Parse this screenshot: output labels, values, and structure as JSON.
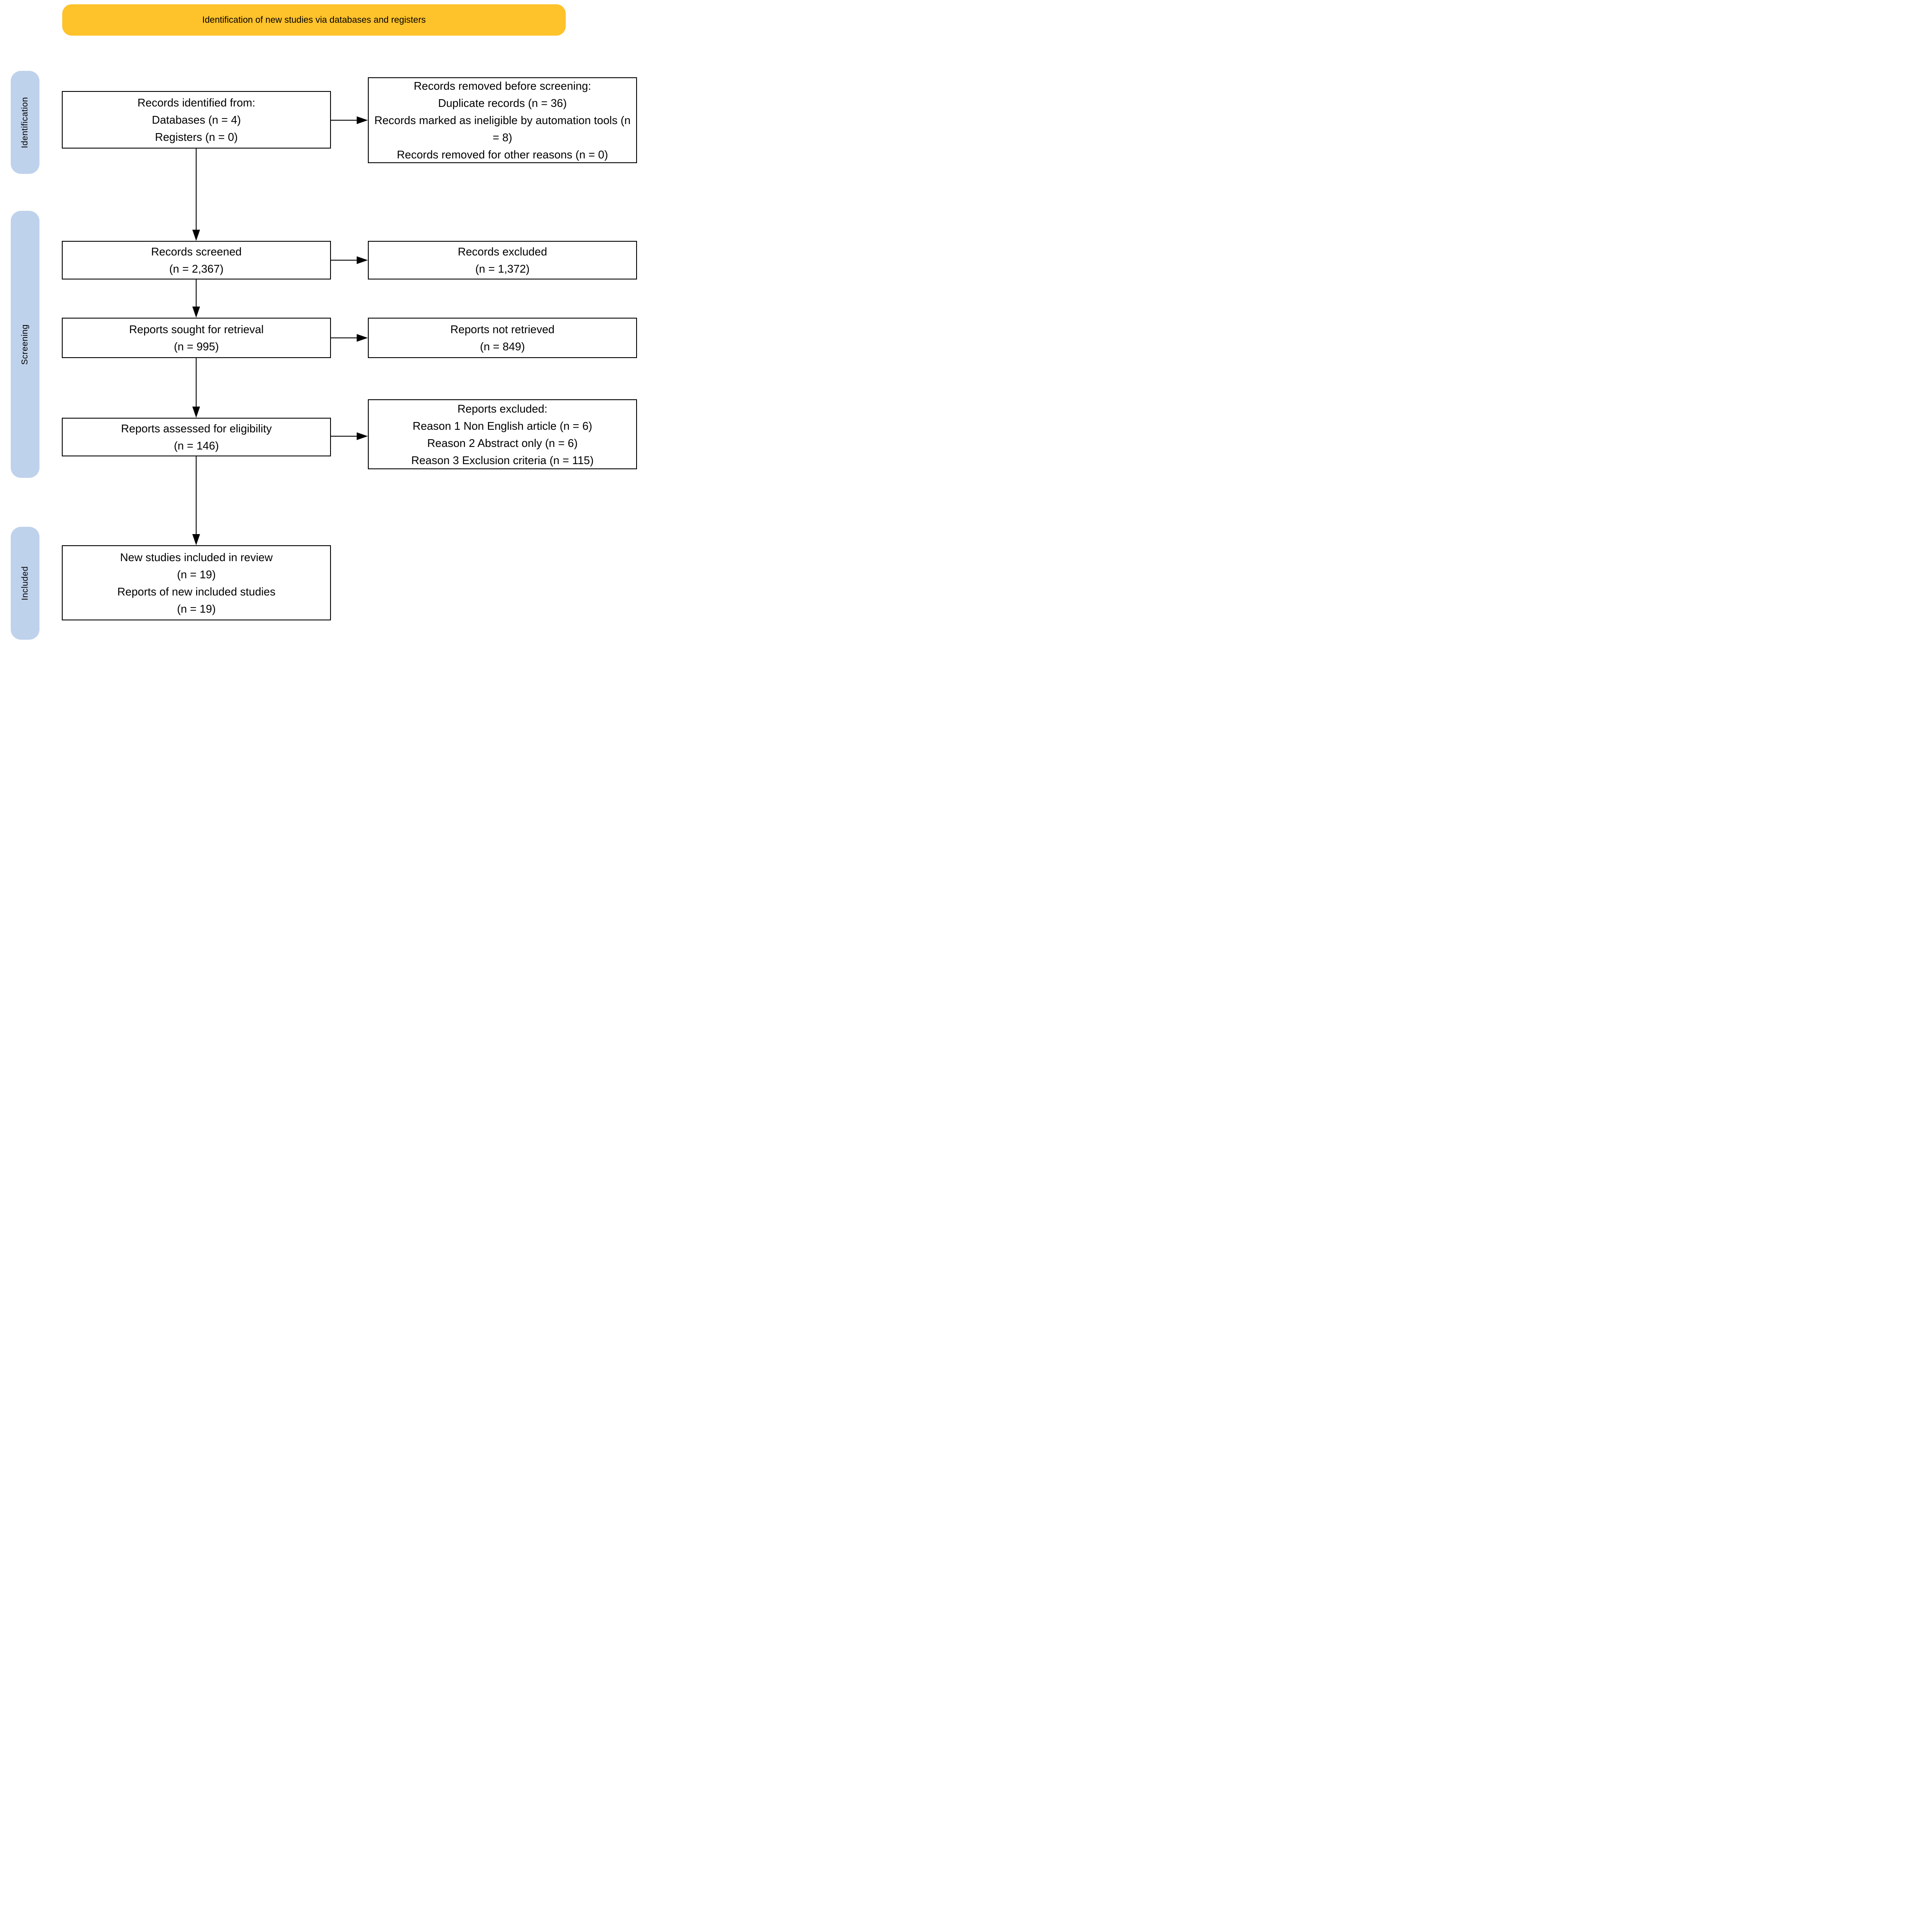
{
  "banner": {
    "title": "Identification of new studies via databases and registers",
    "bg_color": "#FEC22B"
  },
  "sidebar": {
    "bg_color": "#BFD2EC",
    "stages": [
      {
        "label": "Identification"
      },
      {
        "label": "Screening"
      },
      {
        "label": "Included"
      }
    ]
  },
  "flow": {
    "left_boxes": [
      {
        "id": "records-identified",
        "text": "Records identified from:\nDatabases (n = 4)\nRegisters (n = 0)"
      },
      {
        "id": "records-screened",
        "text": "Records screened\n(n = 2,367)"
      },
      {
        "id": "reports-sought",
        "text": "Reports sought for retrieval\n(n = 995)"
      },
      {
        "id": "reports-assessed",
        "text": "Reports assessed for eligibility\n(n = 146)"
      },
      {
        "id": "studies-included",
        "text": "New studies included in review\n(n = 19)\nReports of new included studies\n(n = 19)"
      }
    ],
    "right_boxes": [
      {
        "id": "records-removed",
        "text": "Records removed before screening:\nDuplicate records (n = 36)\nRecords marked as ineligible by automation tools (n = 8)\nRecords removed for other reasons (n = 0)"
      },
      {
        "id": "records-excluded",
        "text": "Records excluded\n(n = 1,372)"
      },
      {
        "id": "reports-not-retrieved",
        "text": "Reports not retrieved\n(n = 849)"
      },
      {
        "id": "reports-excluded",
        "text": "Reports excluded:\nReason 1 Non English article (n = 6)\nReason 2 Abstract only (n = 6)\nReason 3 Exclusion criteria (n = 115)"
      }
    ]
  }
}
